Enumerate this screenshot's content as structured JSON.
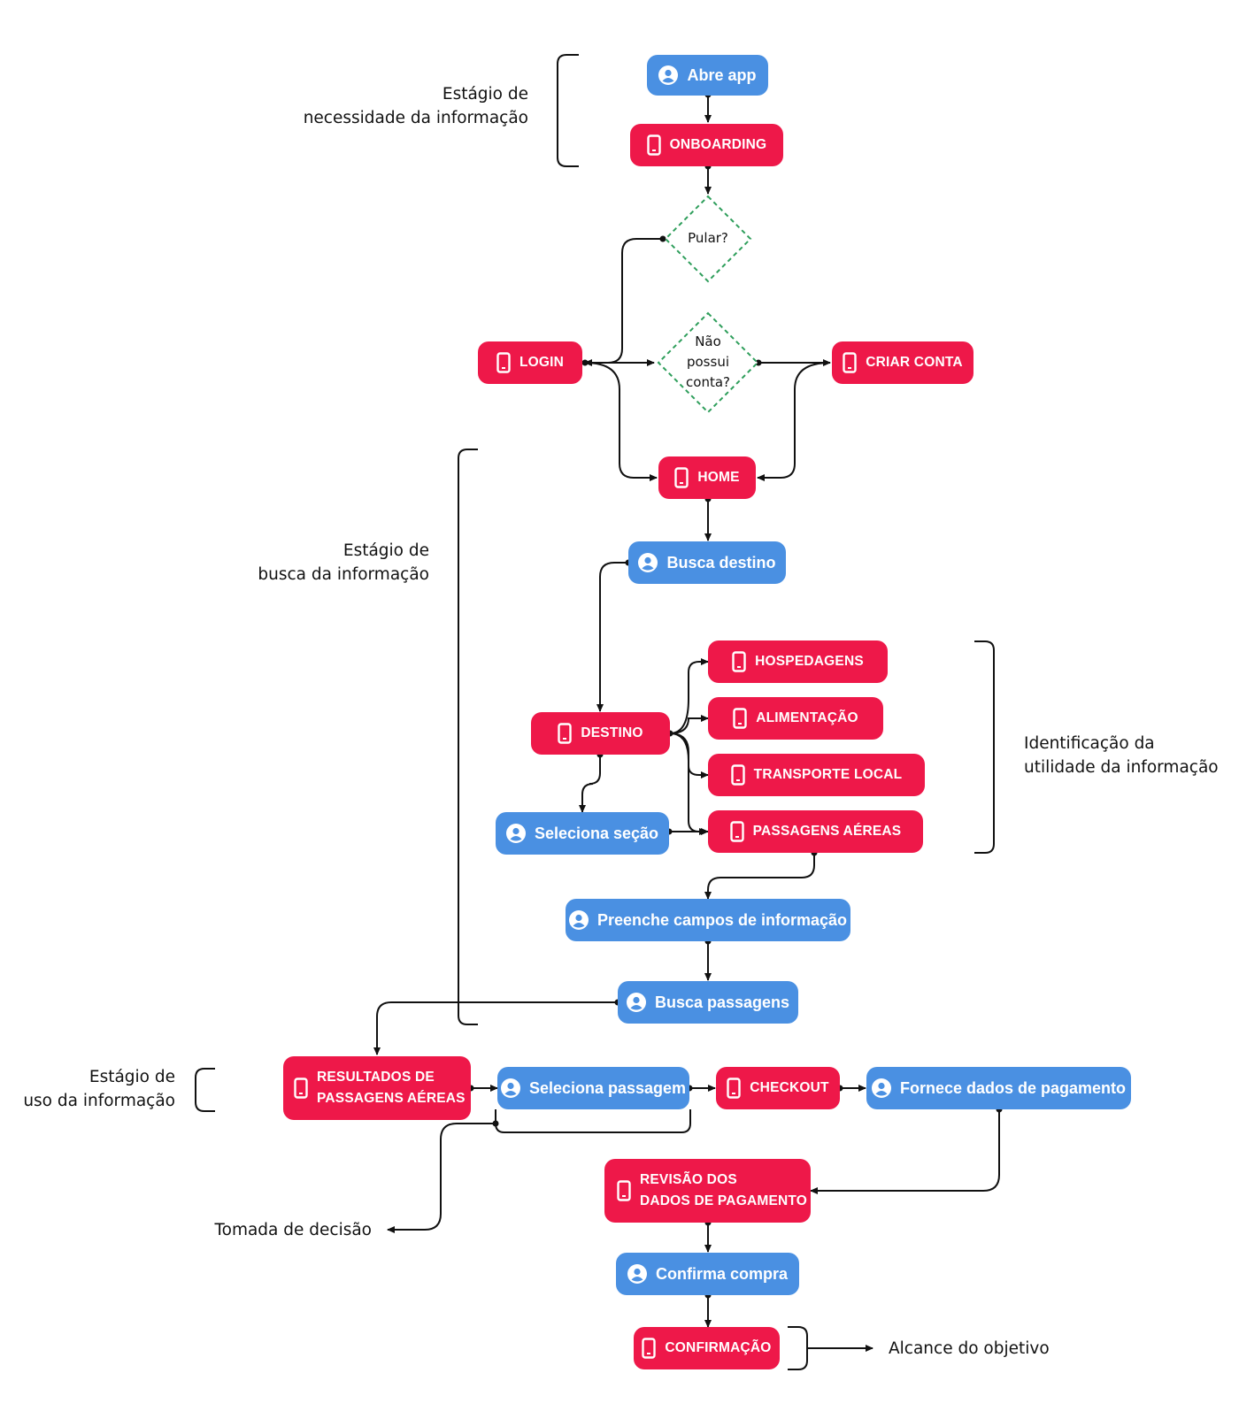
{
  "colors": {
    "screen": "#ee1849",
    "action": "#4a90e2",
    "decision_stroke": "#2e9e5b",
    "line": "#111111"
  },
  "legend_icons": {
    "screen": "phone-icon",
    "action": "user-icon"
  },
  "stages": {
    "need": "Estágio de\nnecessidade da informação",
    "search": "Estágio de\nbusca da informação",
    "utility": "Identificação da\nutilidade da informação",
    "use": "Estágio de\nuso da informação"
  },
  "outcomes": {
    "decision": "Tomada de decisão",
    "goal": "Alcance do objetivo"
  },
  "nodes": {
    "abre_app": "Abre app",
    "onboarding": "ONBOARDING",
    "login": "LOGIN",
    "criar_conta": "CRIAR CONTA",
    "home": "HOME",
    "busca_destino": "Busca destino",
    "destino": "DESTINO",
    "hospedagens": "HOSPEDAGENS",
    "alimentacao": "ALIMENTAÇÃO",
    "transporte_local": "TRANSPORTE LOCAL",
    "passagens_aereas": "PASSAGENS AÉREAS",
    "seleciona_secao": "Seleciona seção",
    "preenche_campos": "Preenche campos de informação",
    "busca_passagens": "Busca passagens",
    "resultados": "RESULTADOS DE\nPASSAGENS AÉREAS",
    "seleciona_passagem": "Seleciona passagem",
    "checkout": "CHECKOUT",
    "fornece_dados": "Fornece dados de pagamento",
    "revisao": "REVISÃO DOS\nDADOS DE PAGAMENTO",
    "confirma_compra": "Confirma compra",
    "confirmacao": "CONFIRMAÇÃO"
  },
  "decisions": {
    "pular": "Pular?",
    "nao_possui": "Não\npossui\nconta?"
  }
}
